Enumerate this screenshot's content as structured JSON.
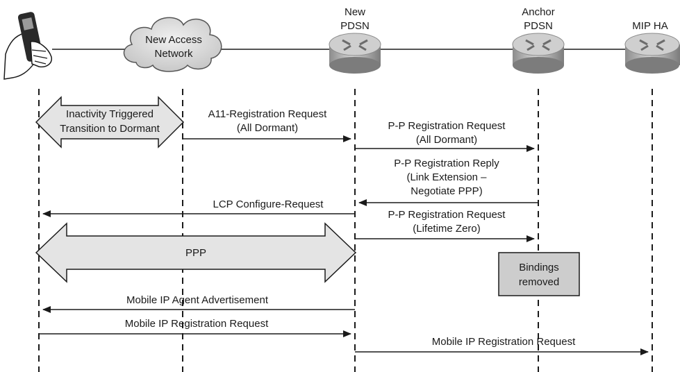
{
  "nodes": {
    "mobile": {
      "label": ""
    },
    "access_network": {
      "label_line1": "New Access",
      "label_line2": "Network"
    },
    "new_pdsn": {
      "label_line1": "New",
      "label_line2": "PDSN"
    },
    "anchor_pdsn": {
      "label_line1": "Anchor",
      "label_line2": "PDSN"
    },
    "mip_ha": {
      "label_line1": "MIP HA"
    }
  },
  "dormant_block": {
    "line1": "Inactivity Triggered",
    "line2": "Transition to Dormant"
  },
  "ppp_block": {
    "label": "PPP"
  },
  "bindings_box": {
    "line1": "Bindings",
    "line2": "removed"
  },
  "messages": {
    "a11_req": {
      "line1": "A11-Registration Request",
      "line2": "(All Dormant)"
    },
    "pp_req_dormant": {
      "line1": "P-P Registration Request",
      "line2": "(All Dormant)"
    },
    "pp_reply": {
      "line1": "P-P Registration Reply",
      "line2": "(Link Extension –",
      "line3": "Negotiate PPP)"
    },
    "lcp_req": {
      "line1": "LCP Configure-Request"
    },
    "pp_req_zero": {
      "line1": "P-P Registration Request",
      "line2": "(Lifetime Zero)"
    },
    "agent_adv": {
      "line1": "Mobile IP Agent Advertisement"
    },
    "mip_req_1": {
      "line1": "Mobile IP Registration Request"
    },
    "mip_req_2": {
      "line1": "Mobile IP Registration Request"
    }
  },
  "colors": {
    "line": "#1a1a1a",
    "block_fill": "#e4e4e4",
    "box_fill": "#cdcdcd",
    "router_top": "#d0d0d0",
    "router_side": "#9a9a9a"
  }
}
